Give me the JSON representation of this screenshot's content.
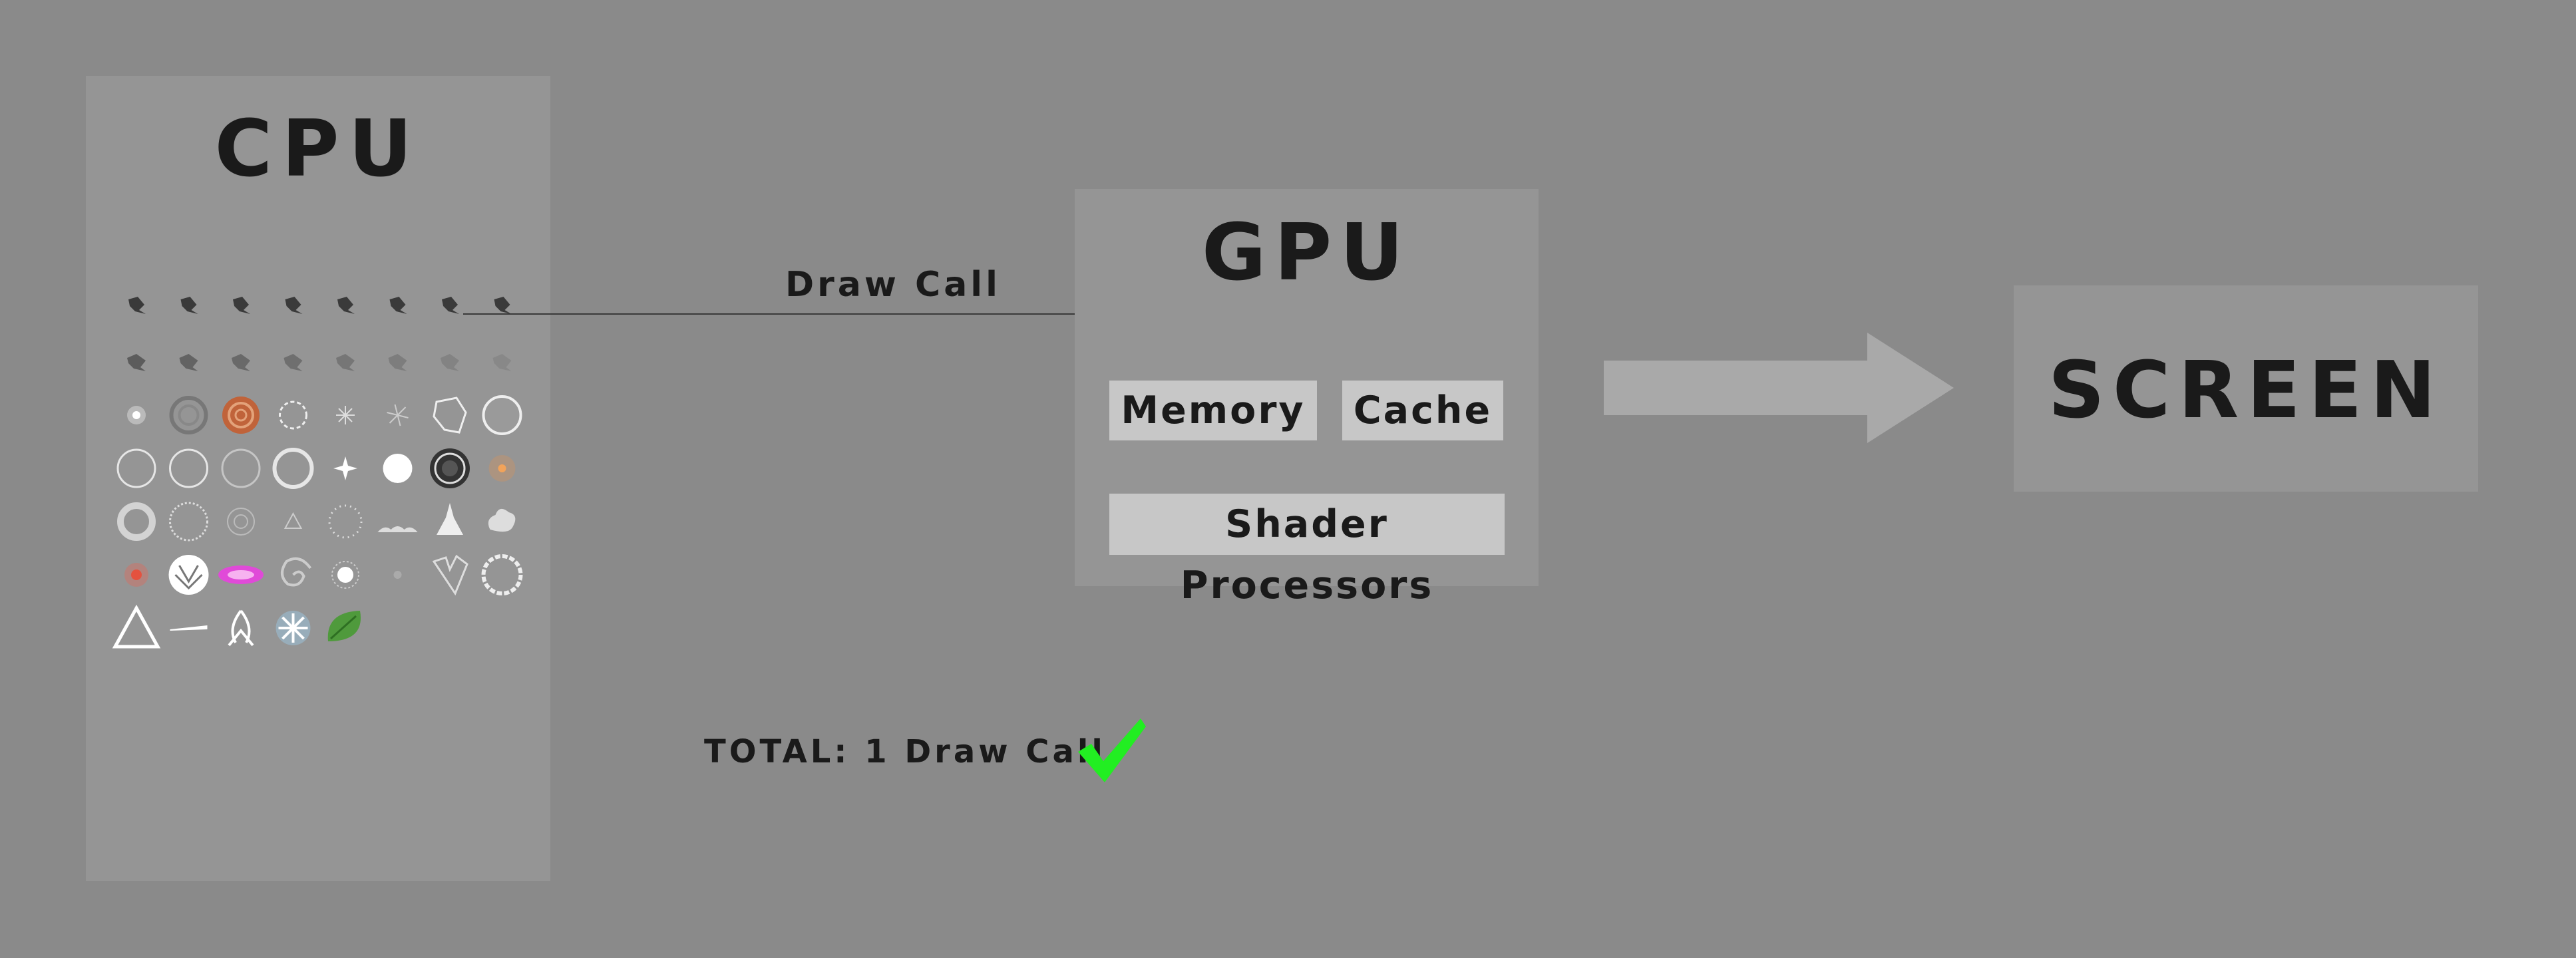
{
  "cpu": {
    "title": "CPU",
    "sprite_icons": [
      [
        "smoke-puff-icon",
        "smoke-puff-icon",
        "smoke-puff-icon",
        "smoke-puff-icon",
        "smoke-puff-icon",
        "smoke-puff-icon",
        "smoke-puff-icon",
        "smoke-puff-icon"
      ],
      [
        "faded-smoke-icon",
        "faded-smoke-icon",
        "faded-smoke-icon",
        "faded-smoke-icon",
        "faded-smoke-icon",
        "faded-smoke-icon",
        "faded-smoke-icon",
        "faded-smoke-icon"
      ],
      [
        "glow-dot-icon",
        "swirl-ring-icon",
        "fire-swirl-icon",
        "crackle-ring-icon",
        "spark-burst-icon",
        "star-crack-icon",
        "rock-cluster-icon",
        "crackled-disc-icon"
      ],
      [
        "ring-icon",
        "ring-icon",
        "ring-icon",
        "ring-icon",
        "sparkle-icon",
        "white-orb-icon",
        "dark-shield-icon",
        "orange-glow-icon"
      ],
      [
        "soft-ring-icon",
        "dashed-ring-icon",
        "concentric-ring-icon",
        "small-triangle-icon",
        "dotted-ring-icon",
        "ground-dust-icon",
        "explosion-icon",
        "cloud-puff-icon"
      ],
      [
        "red-glow-icon",
        "claw-orb-icon",
        "pink-streak-icon",
        "spiral-icon",
        "starburst-icon",
        "faint-dot-icon",
        "shard-cluster-icon",
        "frost-ring-icon"
      ],
      [
        "triangle-outline-icon",
        "streak-icon",
        "flame-rune-icon",
        "snowflake-icon",
        "leaf-icon"
      ]
    ]
  },
  "gpu": {
    "title": "GPU",
    "memory": "Memory",
    "cache": "Cache",
    "shader": "Shader Processors"
  },
  "screen": {
    "title": "SCREEN"
  },
  "draw_call_label": "Draw Call",
  "total_label": "TOTAL: 1 Draw Call",
  "colors": {
    "background": "#8a8a8a",
    "panel": "#959595",
    "chip": "#c7c7c7",
    "check": "#22ee22",
    "arrow": "#a9a9a9"
  }
}
